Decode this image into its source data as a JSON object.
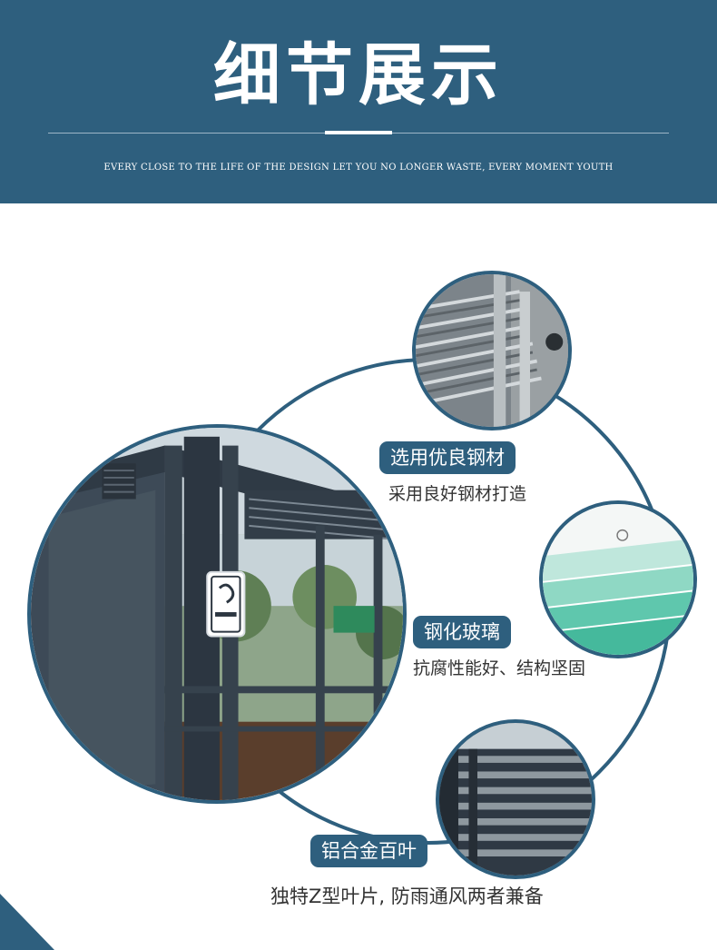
{
  "header": {
    "title": "细节展示",
    "subtitle": "EVERY CLOSE TO THE LIFE OF THE DESIGN LET YOU NO LONGER WASTE, EVERY MOMENT YOUTH"
  },
  "features": [
    {
      "label": "选用优良钢材",
      "description": "采用良好钢材打造"
    },
    {
      "label": "钢化玻璃",
      "description": "抗腐性能好、结构坚固"
    },
    {
      "label": "铝合金百叶",
      "description": "独特Z型叶片, 防雨通风两者兼备"
    }
  ],
  "colors": {
    "brand": "#2e5f7e",
    "text": "#333333",
    "background": "#ffffff"
  },
  "icons": {
    "sign": "no-smoking-sign-icon"
  }
}
